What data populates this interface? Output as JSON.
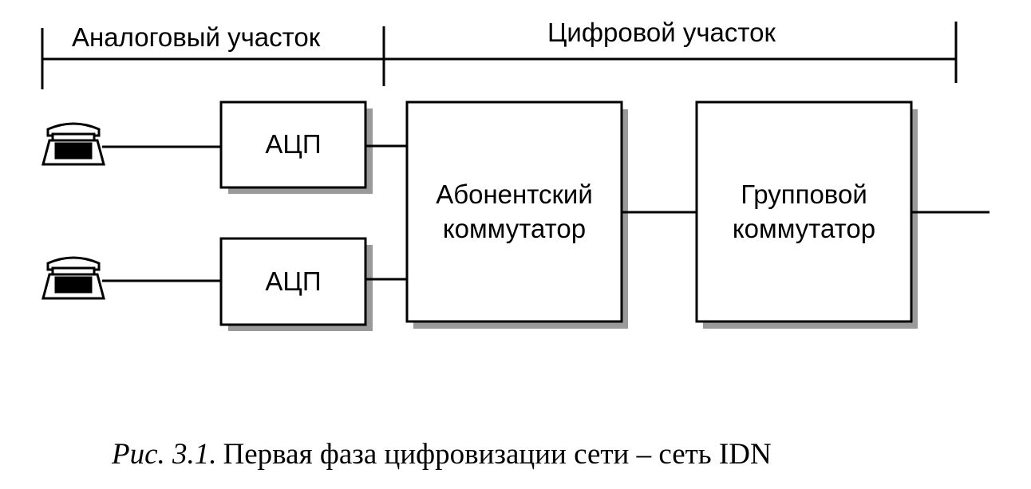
{
  "sections": {
    "analog_label": "Аналоговый участок",
    "digital_label": "Цифровой участок"
  },
  "blocks": {
    "adc_top": "АЦП",
    "adc_bottom": "АЦП",
    "subscriber_switch": [
      "Абонентский",
      "коммутатор"
    ],
    "group_switch": [
      "Групповой",
      "коммутатор"
    ]
  },
  "icons": {
    "phone_top": "telephone-icon",
    "phone_bottom": "telephone-icon"
  },
  "caption": {
    "figure_ref": "Рис. 3.1.",
    "text": "Первая фаза цифровизации сети – сеть IDN"
  }
}
